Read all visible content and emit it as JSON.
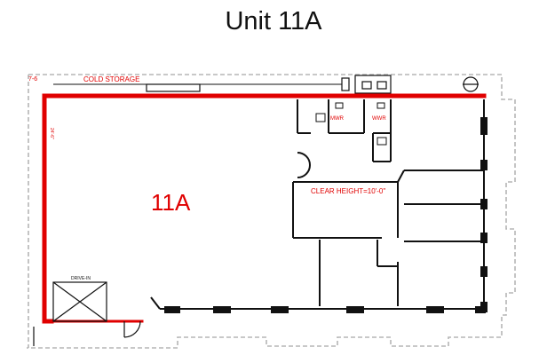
{
  "title": "Unit 11A",
  "plan": {
    "unit_label": "11A",
    "labels": {
      "grid_ref": "7-6",
      "cold_storage": "COLD STORAGE",
      "mwr": "MWR",
      "wwr": "WWR",
      "clear_height": "CLEAR HEIGHT=10'-0\"",
      "drive_in": "DRIVE-IN",
      "dimension": "24'-6\""
    },
    "colors": {
      "unit_outline": "#e00000",
      "walls": "#111111",
      "dashed_boundary": "#b5b5b5",
      "label_red": "#e00000"
    }
  }
}
